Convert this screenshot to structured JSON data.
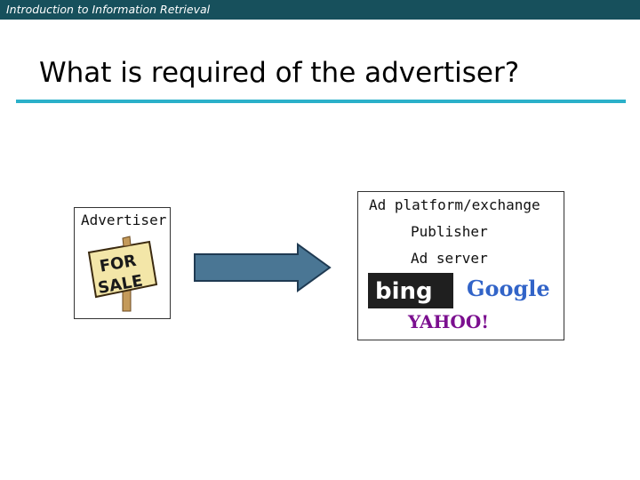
{
  "header": {
    "course_title": "Introduction to Information Retrieval"
  },
  "slide": {
    "title": "What is required of the advertiser?"
  },
  "advertiser": {
    "label": "Advertiser",
    "sign_line1": "FOR",
    "sign_line2": "SALE"
  },
  "platform": {
    "label": "Ad platform/exchange",
    "publisher_label": "Publisher",
    "adserver_label": "Ad server",
    "logos": {
      "bing": "bing",
      "google": "Google",
      "yahoo": "YAHOO!"
    }
  },
  "colors": {
    "header_bar": "#17505c",
    "title_rule": "#2bb0c9",
    "arrow_fill": "#4a7694"
  }
}
